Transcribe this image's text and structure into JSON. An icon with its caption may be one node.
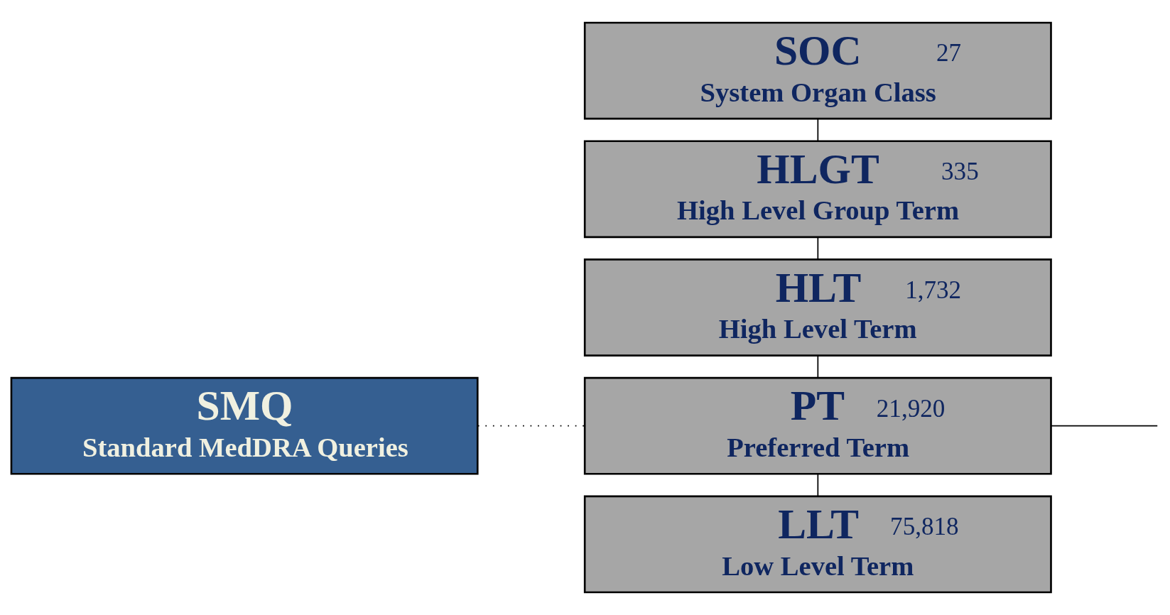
{
  "diagram": {
    "nodes": [
      {
        "text": [
          "SOC",
          "27",
          "System Organ Class"
        ]
      },
      {
        "text": [
          "HLGT",
          "335",
          "High Level Group Term"
        ]
      },
      {
        "text": [
          "HLT",
          "1,732",
          "High Level Term"
        ]
      },
      {
        "text": [
          "PT",
          "21,920",
          "Preferred Term"
        ]
      },
      {
        "text": [
          "LLT",
          "75,818",
          "Low Level Term"
        ]
      },
      {
        "text": [
          "SMQ",
          "Standard MedDRA Queries"
        ]
      }
    ],
    "edges": [
      {
        "from": 0,
        "to": 1,
        "arrow": "none"
      },
      {
        "from": 1,
        "to": 2,
        "arrow": "none"
      },
      {
        "from": 2,
        "to": 3,
        "arrow": "none"
      },
      {
        "from": 3,
        "to": 4,
        "arrow": "none"
      },
      {
        "from": 5,
        "to": 3,
        "arrow": "none",
        "style": "dashed"
      },
      {
        "from": 3,
        "to": null,
        "arrow": "none"
      }
    ]
  }
}
